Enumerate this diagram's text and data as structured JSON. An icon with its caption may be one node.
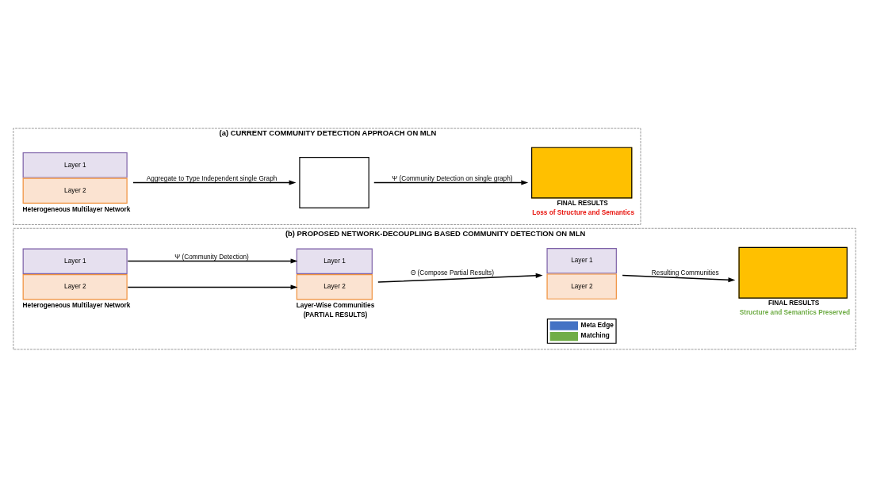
{
  "diagram": {
    "nodes": [
      {
        "text": [
          "(a) CURRENT COMMUNITY DETECTION APPROACH ON MLN"
        ]
      },
      {
        "text": [
          "Layer 1",
          "Layer 2"
        ],
        "beside": [
          "Heterogeneous Multilayer Network"
        ],
        "in": 0
      },
      {
        "text": [],
        "shape": "box",
        "in": 0
      },
      {
        "text": [],
        "shape": "box",
        "beside": [
          "FINAL RESULTS",
          "Loss of Structure and Semantics"
        ],
        "in": 0
      },
      {
        "text": [
          "(b) PROPOSED NETWORK-DECOUPLING BASED COMMUNITY DETECTION ON MLN"
        ]
      },
      {
        "text": [
          "Layer 1",
          "Layer 2"
        ],
        "beside": [
          "Heterogeneous Multilayer Network"
        ],
        "in": 4
      },
      {
        "text": [
          "Layer 1",
          "Layer 2"
        ],
        "beside": [
          "Layer-Wise Communities",
          "(PARTIAL RESULTS)"
        ],
        "in": 4
      },
      {
        "text": [
          "Layer 1",
          "Layer 2"
        ],
        "in": 4
      },
      {
        "text": [],
        "shape": "box",
        "beside": [
          "FINAL RESULTS",
          "Structure and Semantics Preserved"
        ],
        "in": 4
      }
    ],
    "edges": [
      {
        "from": 1,
        "to": 2,
        "arrow": "to",
        "label": "Aggregate to Type Independent single Graph"
      },
      {
        "from": 2,
        "to": 3,
        "arrow": "to",
        "label": "Ψ (Community Detection on single graph)"
      },
      {
        "from": 5,
        "to": 6,
        "arrow": "to",
        "label": "Ψ (Community Detection)"
      },
      {
        "from": 5,
        "to": 6,
        "arrow": "to"
      },
      {
        "from": 6,
        "to": 7,
        "arrow": "to",
        "label": "Θ (Compose Partial Results)"
      },
      {
        "from": 7,
        "to": 8,
        "arrow": "to",
        "label": "Resulting Communities"
      }
    ],
    "legend": [
      {
        "text": "Meta Edge",
        "color": "#4472c4"
      },
      {
        "text": "Matching",
        "color": "#70ad47"
      }
    ]
  }
}
